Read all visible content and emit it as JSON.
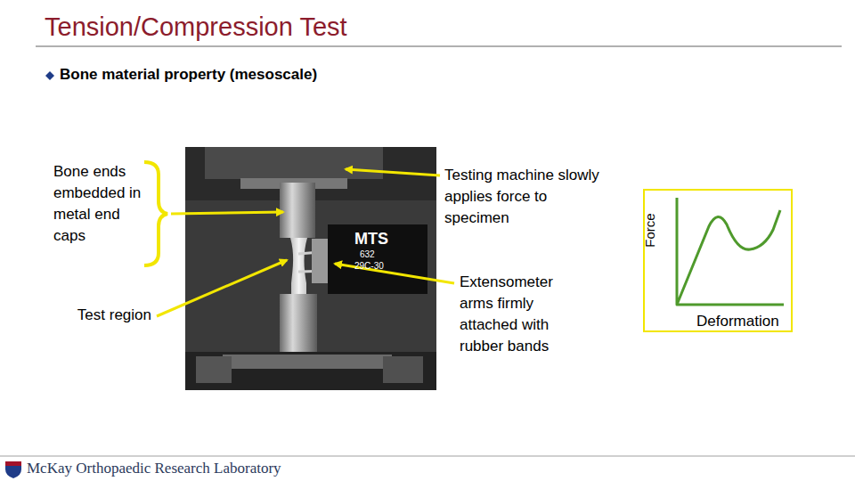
{
  "diagram": {
    "title": "Tension/Compression Test",
    "nodes": [
      {
        "text": [
          "Force",
          "Deformation"
        ]
      }
    ],
    "labels": [
      "Bone material property (mesoscale)",
      "Bone ends embedded in metal end caps",
      "Test region",
      "Testing machine slowly applies force to specimen",
      "Extensometer arms firmly attached with rubber bands",
      "MTS",
      "632",
      "29C-30",
      "McKay Orthopaedic Research Laboratory"
    ]
  }
}
